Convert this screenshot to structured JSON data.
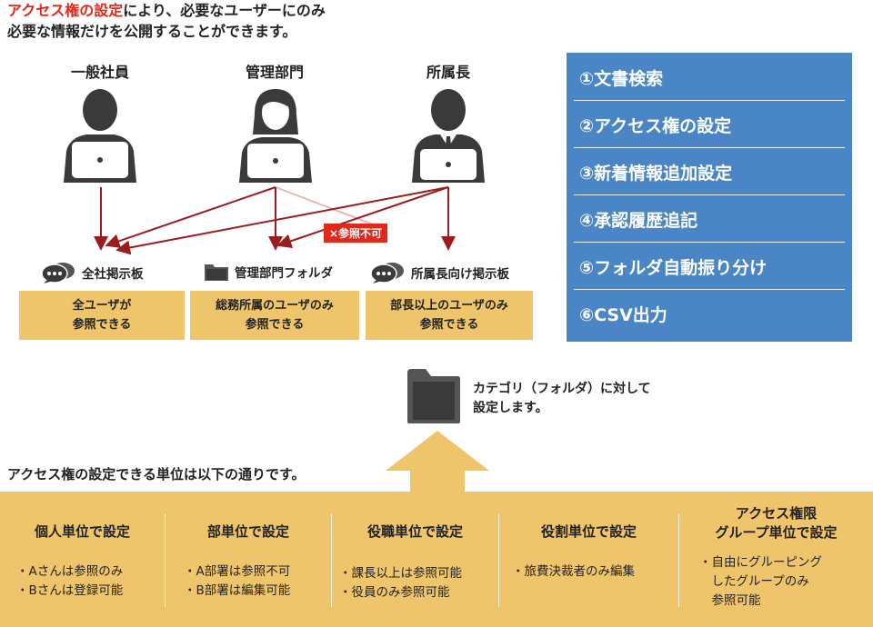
{
  "headline": {
    "highlight": "アクセス権の設定",
    "line1_rest": "により、必要なユーザーにのみ",
    "line2": "必要な情報だけを公開することができます。"
  },
  "roles": [
    {
      "label": "一般社員",
      "icon": "man-at-laptop-icon"
    },
    {
      "label": "管理部門",
      "icon": "woman-at-laptop-icon"
    },
    {
      "label": "所属長",
      "icon": "manager-with-tie-at-laptop-icon"
    }
  ],
  "restriction_badge": "×参照不可",
  "boards": [
    {
      "label": "全社掲示板",
      "icon": "chat-bubbles-icon",
      "desc1": "全ユーザが",
      "desc2": "参照できる"
    },
    {
      "label": "管理部門フォルダ",
      "icon": "folder-icon",
      "desc1": "総務所属のユーザのみ",
      "desc2": "参照できる"
    },
    {
      "label": "所属長向け掲示板",
      "icon": "chat-bubbles-icon",
      "desc1": "部長以上のユーザのみ",
      "desc2": "参照できる"
    }
  ],
  "features": [
    "①文書検索",
    "②アクセス権の設定",
    "③新着情報追加設定",
    "④承認履歴追記",
    "⑤フォルダ自動振り分け",
    "⑥CSV出力"
  ],
  "folder_note": {
    "line1": "カテゴリ（フォルダ）に対して",
    "line2": "設定します。"
  },
  "units_caption": "アクセス権の設定できる単位は以下の通りです。",
  "units": [
    {
      "title": [
        "個人単位で設定"
      ],
      "items": [
        "・Aさんは参照のみ",
        "・Bさんは登録可能"
      ]
    },
    {
      "title": [
        "部単位で設定"
      ],
      "items": [
        "・A部署は参照不可",
        "・B部署は編集可能"
      ]
    },
    {
      "title": [
        "役職単位で設定"
      ],
      "items": [
        "・課長以上は参照可能",
        "・役員のみ参照可能"
      ]
    },
    {
      "title": [
        "役割単位で設定"
      ],
      "items": [
        "・旅費決裁者のみ編集"
      ]
    },
    {
      "title": [
        "アクセス権限",
        "グループ単位で設定"
      ],
      "items": [
        "・自由にグルーピング",
        "　したグループのみ",
        "　参照可能"
      ]
    }
  ],
  "colors": {
    "accent_red": "#e0291c",
    "arrow": "#9b1c1c",
    "panel_blue": "#4a86c5",
    "box_gold": "#efc56b",
    "icon_dark": "#3a3a3a"
  }
}
